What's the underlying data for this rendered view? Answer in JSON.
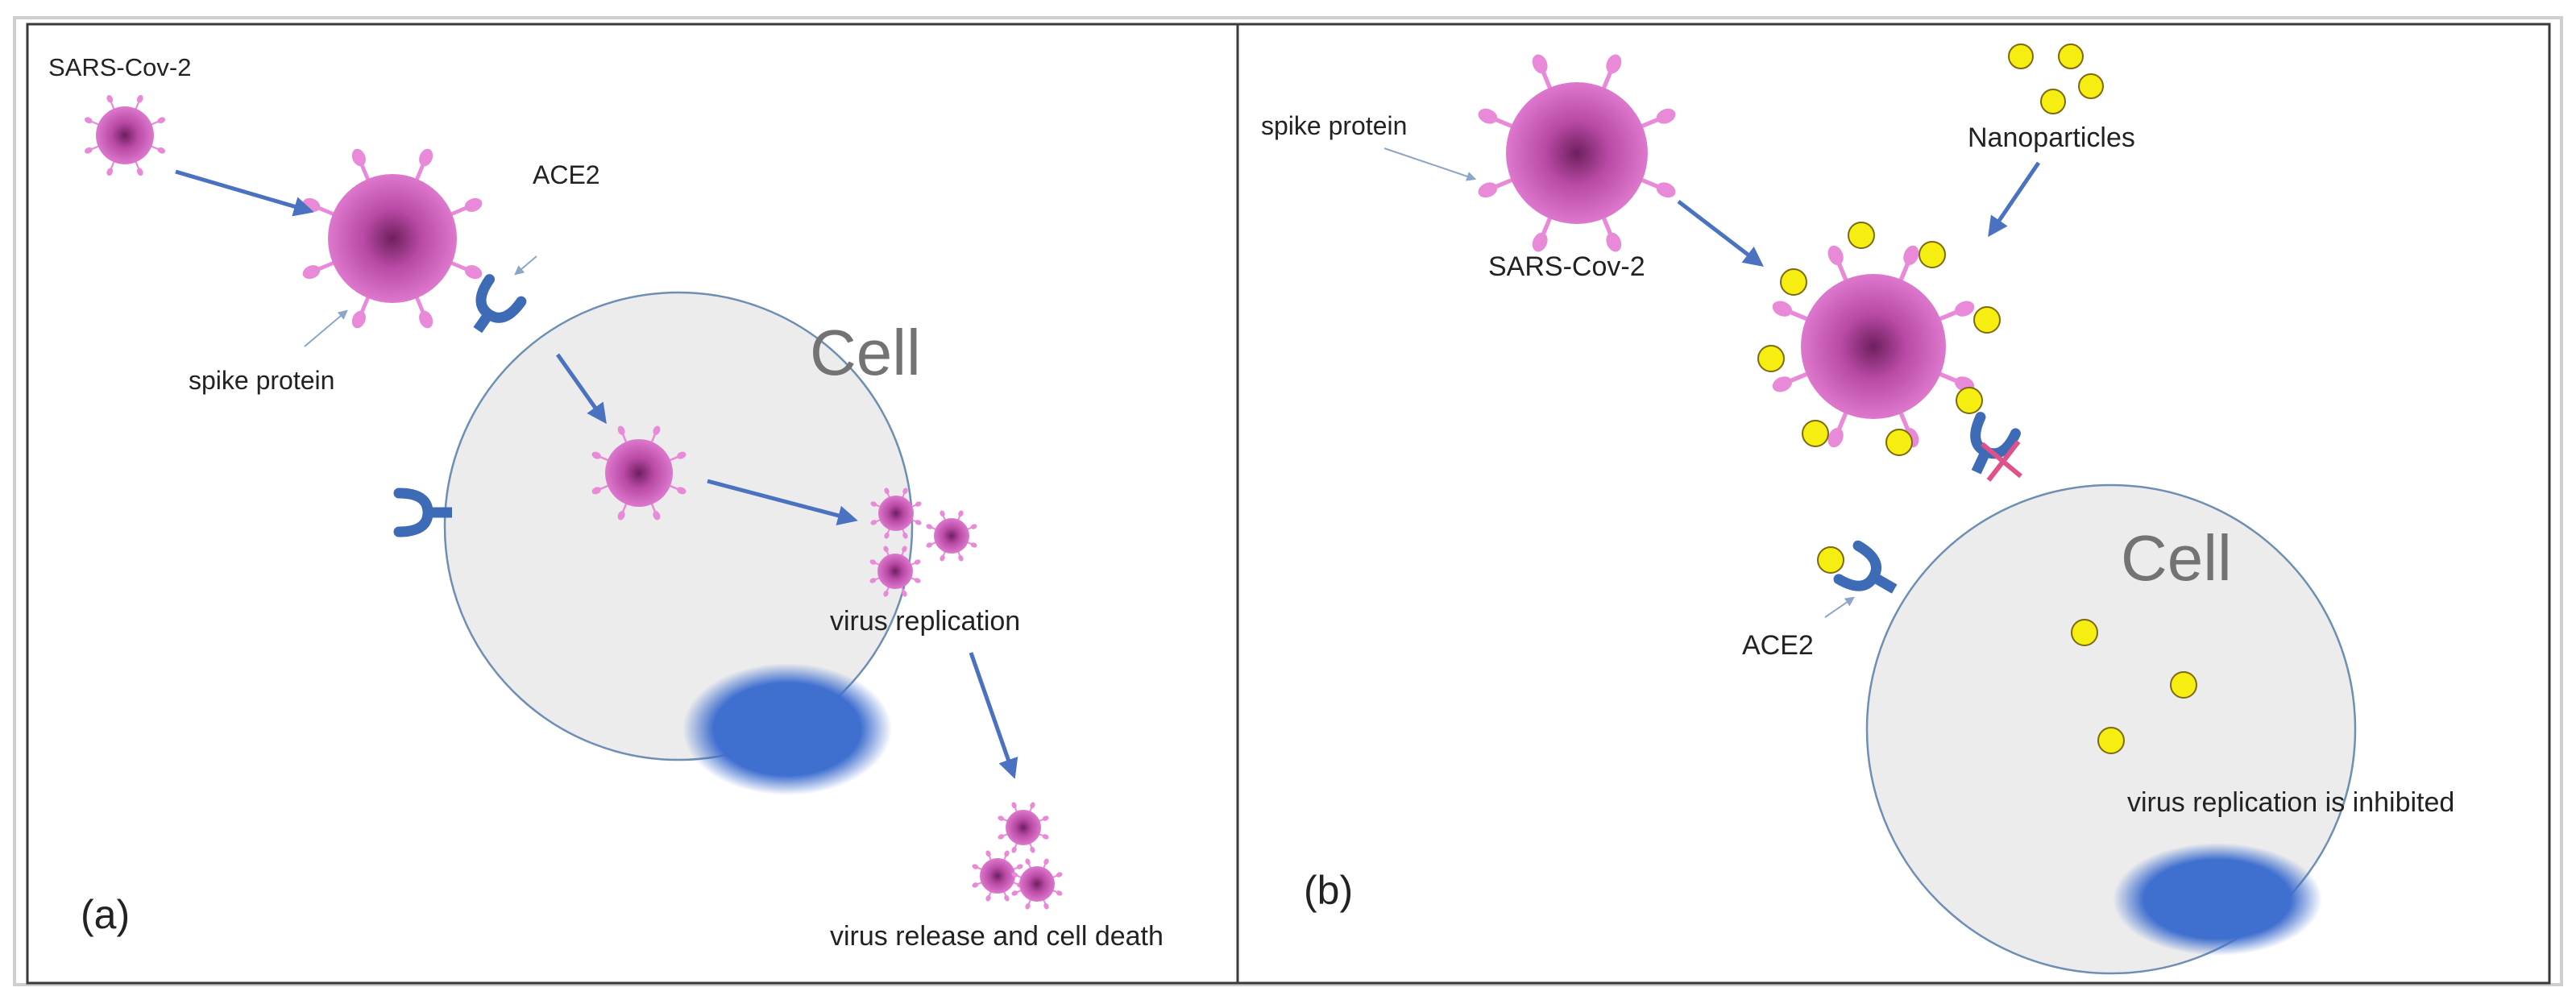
{
  "panel_a": {
    "letter": "(a)",
    "virus_label": "SARS-Cov-2",
    "receptor_label": "ACE2",
    "spike_label": "spike protein",
    "cell_label": "Cell",
    "replication_label": "virus replication",
    "release_label": "virus release and cell death"
  },
  "panel_b": {
    "letter": "(b)",
    "spike_label": "spike protein",
    "virus_label": "SARS-Cov-2",
    "nanoparticles_label": "Nanoparticles",
    "cell_label": "Cell",
    "receptor_label": "ACE2",
    "inhibited_label": "virus replication is inhibited"
  },
  "colors": {
    "cell_fill": "#ececec",
    "cell_stroke": "#6d8fb3",
    "nucleus": "#3f6fcf",
    "virus_core": "#b94aa5",
    "virus_spike": "#e98ad9",
    "receptor": "#3d6bb5",
    "arrow": "#4a72c0",
    "nanoparticle_fill": "#f6ee10",
    "nanoparticle_stroke": "#7d6a10",
    "block_mark": "#e0508a",
    "frame": "#3a3a3a"
  }
}
